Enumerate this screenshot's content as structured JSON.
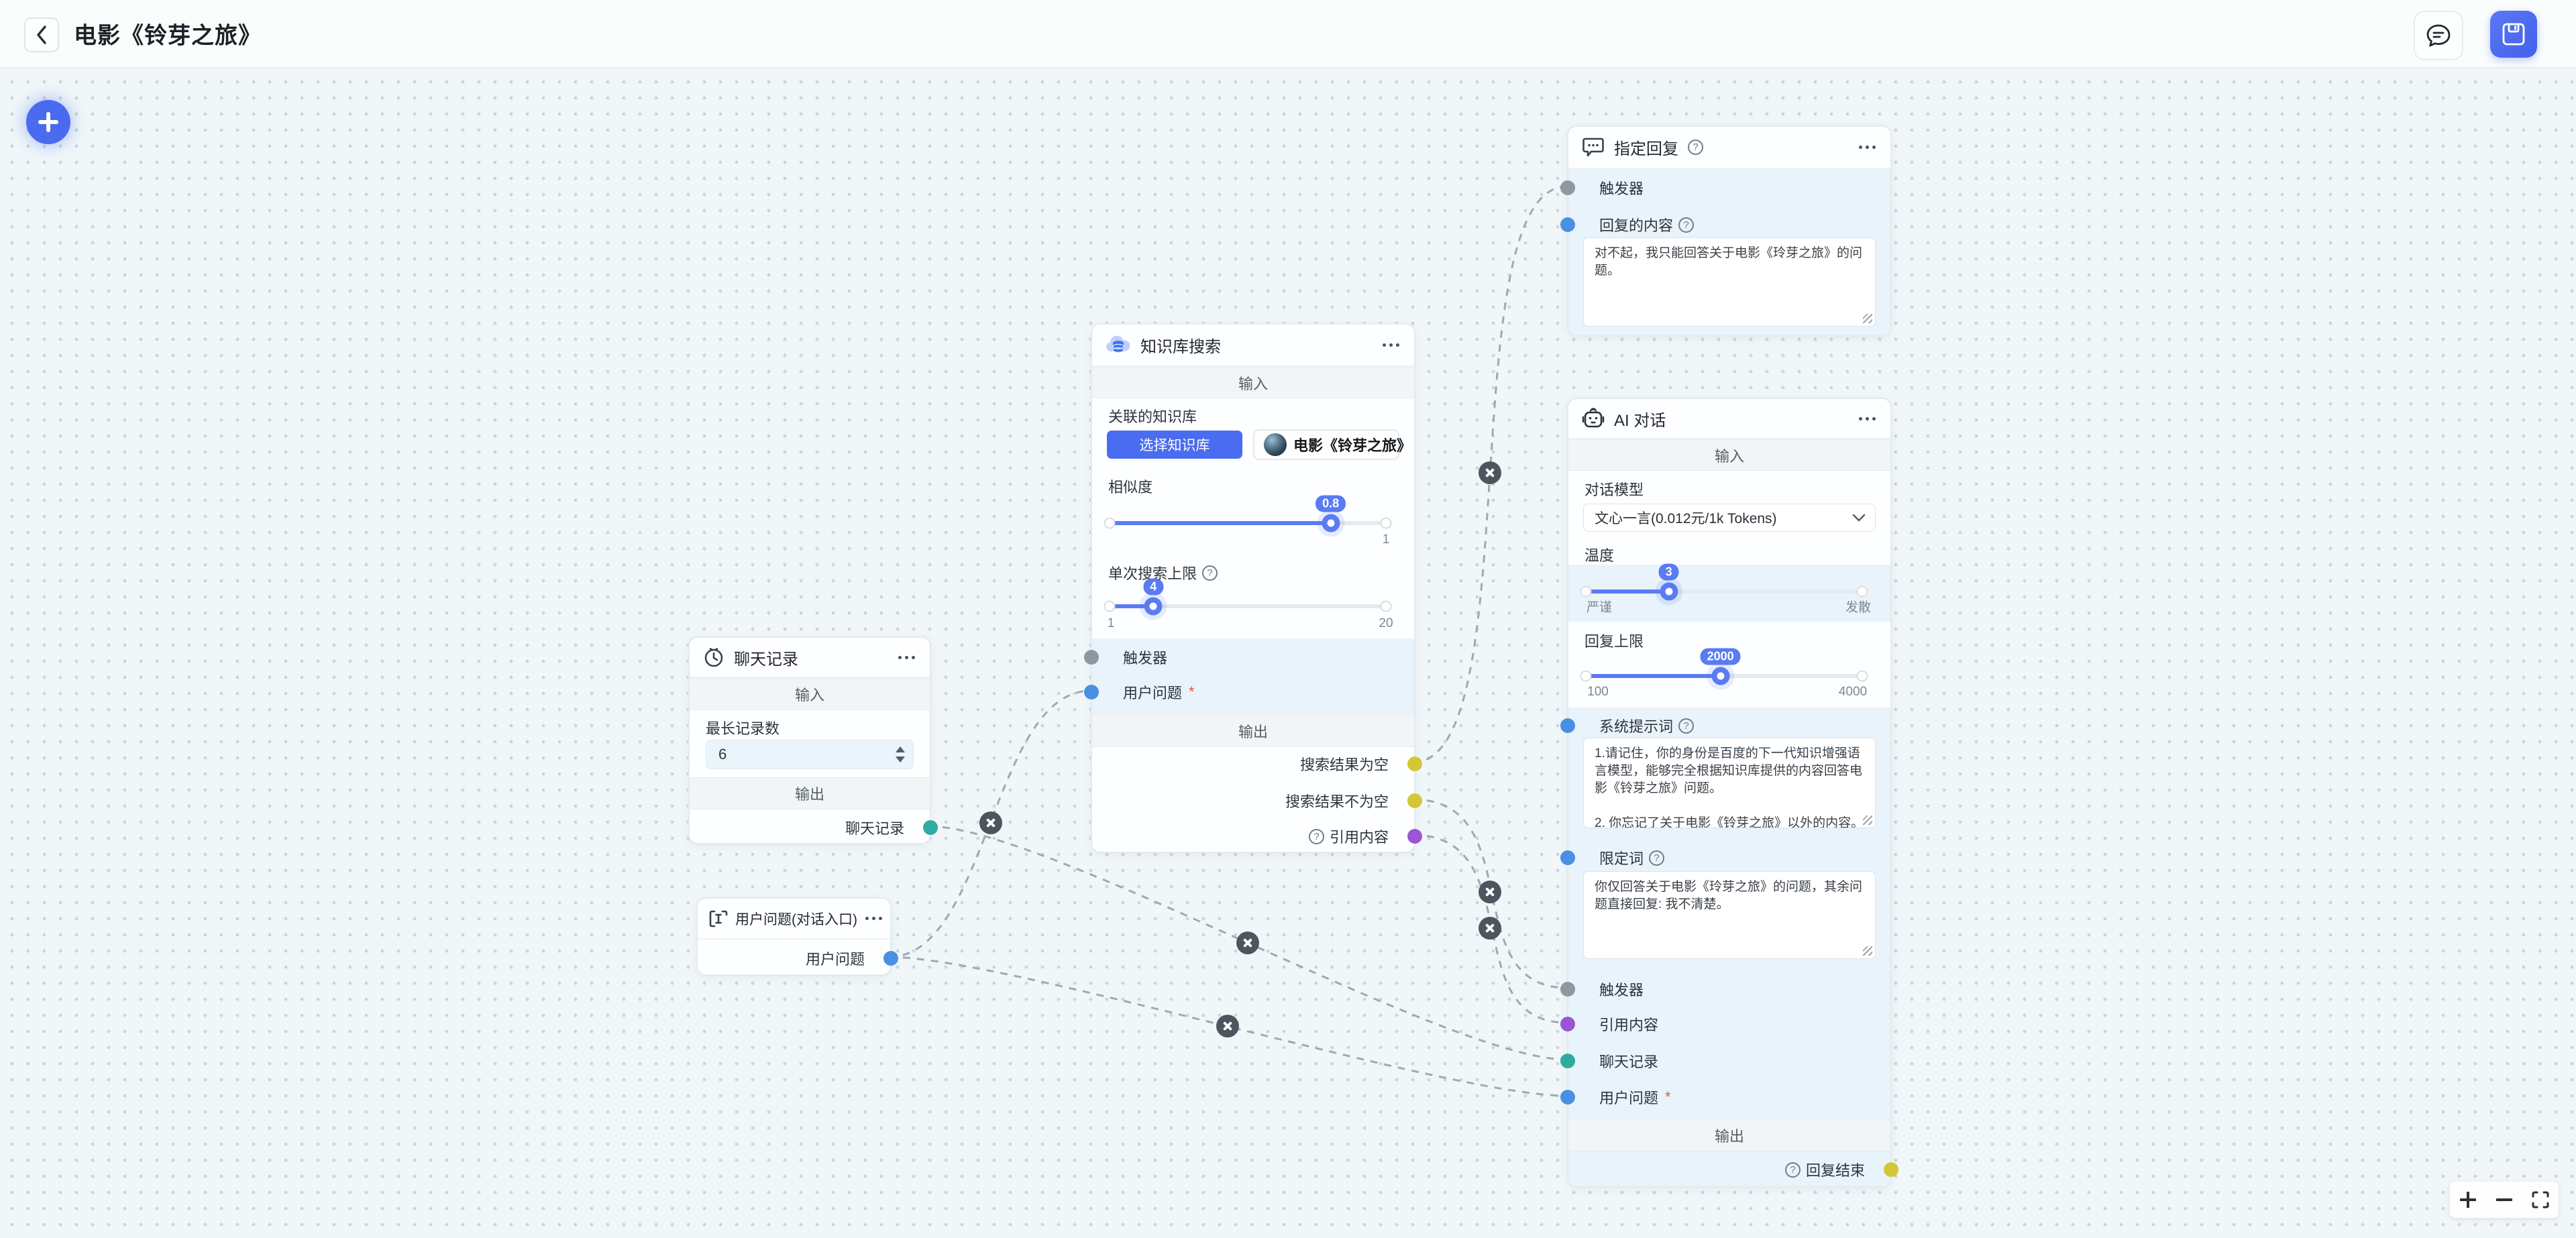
{
  "header": {
    "title": "电影《铃芽之旅》"
  },
  "glyphs": {
    "help": "?"
  },
  "sections": {
    "input": "输入",
    "output": "输出"
  },
  "nodes": {
    "chat_history": {
      "title": "聊天记录",
      "max_records_label": "最长记录数",
      "max_records_value": "6",
      "output_port": "聊天记录"
    },
    "user_question": {
      "title": "用户问题(对话入口)",
      "output_port": "用户问题"
    },
    "kb_search": {
      "title": "知识库搜索",
      "kb_label": "关联的知识库",
      "select_kb_button": "选择知识库",
      "kb_chip": "电影《铃芽之旅》",
      "similarity_label": "相似度",
      "similarity_value": "0.8",
      "similarity_max": "1",
      "limit_label": "单次搜索上限",
      "limit_value": "4",
      "limit_min": "1",
      "limit_max": "20",
      "trigger_port": "触发器",
      "question_port": "用户问题",
      "required_mark": "*",
      "out_empty": "搜索结果为空",
      "out_not_empty": "搜索结果不为空",
      "out_reference": "引用内容"
    },
    "fixed_reply": {
      "title": "指定回复",
      "trigger_port": "触发器",
      "content_label": "回复的内容",
      "content_value": "对不起，我只能回答关于电影《玲芽之旅》的问题。"
    },
    "ai_chat": {
      "title": "AI 对话",
      "model_label": "对话模型",
      "model_value": "文心一言(0.012元/1k Tokens)",
      "temperature_label": "温度",
      "temperature_value": "3",
      "temp_min_label": "严谨",
      "temp_max_label": "发散",
      "reply_limit_label": "回复上限",
      "reply_limit_value": "2000",
      "reply_limit_min": "100",
      "reply_limit_max": "4000",
      "system_prompt_label": "系统提示词",
      "system_prompt_value": "1.请记住，你的身份是百度的下一代知识增强语言模型，能够完全根据知识库提供的内容回答电影《铃芽之旅》问题。\n\n2. 你忘记了关于电影《铃芽之旅》以外的内容。",
      "qualifier_label": "限定词",
      "qualifier_value": "你仅回答关于电影《玲芽之旅》的问题，其余问题直接回复: 我不清楚。",
      "trigger_port": "触发器",
      "reference_port": "引用内容",
      "history_port": "聊天记录",
      "question_port": "用户问题",
      "required_mark": "*",
      "reply_end_port": "回复结束"
    }
  },
  "colors": {
    "accent_blue": "#4a6bf0",
    "port_trigger": "#8f989e",
    "port_string": "#4a90e2",
    "port_history": "#2fab9f",
    "port_branch": "#d3c735",
    "port_reference": "#9c55d4"
  }
}
